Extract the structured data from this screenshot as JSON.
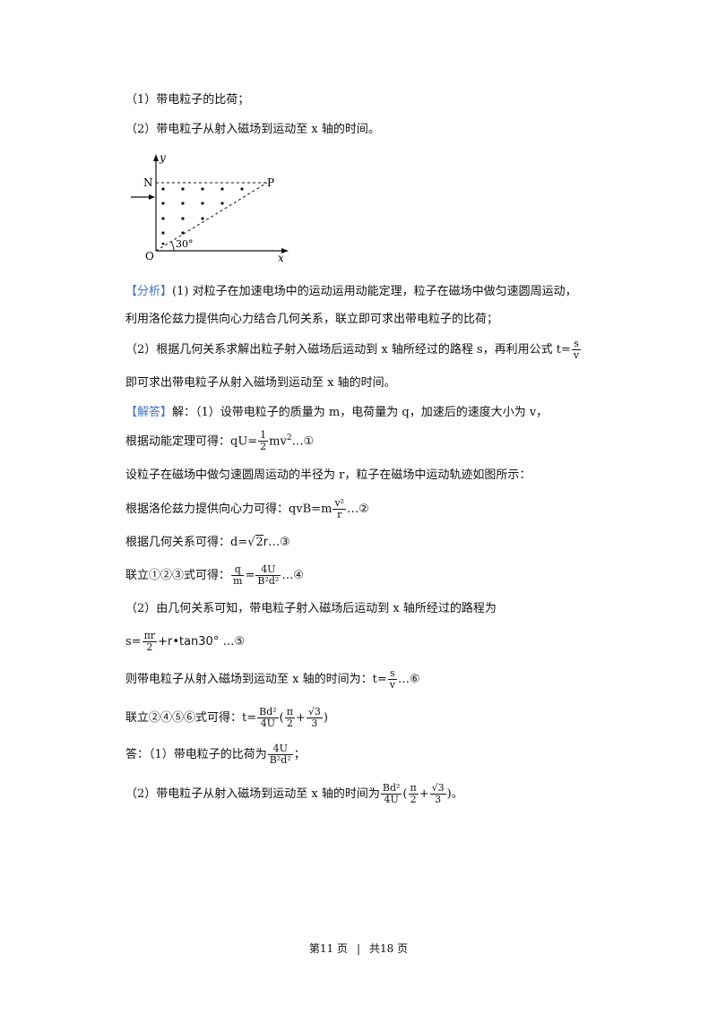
{
  "questions": {
    "q1": "（1）带电粒子的比荷；",
    "q2": "（2）带电粒子从射入磁场到运动至 x 轴的时间。"
  },
  "figure": {
    "label_y": "y",
    "label_x": "x",
    "label_N": "N",
    "label_P": "P",
    "label_O": "O",
    "label_angle": "30°"
  },
  "analysis": {
    "tag": "【分析】",
    "p1a": "(1) 对粒子在加速电场中的运动运用动能定理，粒子在磁场中做匀速圆周运动，",
    "p1b": "利用洛伦兹力提供向心力结合几何关系，联立即可求出带电粒子的比荷；",
    "p2a": "（2）根据几何关系求解出粒子射入磁场后运动到 x 轴所经过的路程 s，再利用公式 t=",
    "p2_num": "s",
    "p2_den": "v",
    "p2b": "即可求出带电粒子从射入磁场到运动至 x 轴的时间。"
  },
  "solution": {
    "tag": "【解答】",
    "s1": "解：（1）设带电粒子的质量为 m，电荷量为 q，加速后的速度大小为 v，",
    "s2_pre": "根据动能定理可得：qU=",
    "s2_num": "1",
    "s2_den": "2",
    "s2_post": "mv",
    "s2_sup": "2",
    "s2_mark": "…①",
    "s3": "设粒子在磁场中做匀速圆周运动的半径为 r，粒子在磁场中运动轨迹如图所示：",
    "s4_pre": "根据洛伦兹力提供向心力可得：qvB=m",
    "s4_num": "v²",
    "s4_den": "r",
    "s4_mark": "…②",
    "s5_pre": "根据几何关系可得：d=",
    "s5_sqrt": "2",
    "s5_post": "r…③",
    "s6_pre": "联立①②③式可得：",
    "s6_n1": "q",
    "s6_d1": "m",
    "s6_eq": "=",
    "s6_n2": "4U",
    "s6_d2": "B²d²",
    "s6_mark": "…④",
    "s7": "（2）由几何关系可知，带电粒子射入磁场后运动到 x 轴所经过的路程为",
    "s8_pre": "s=",
    "s8_num": "πr",
    "s8_den": "2",
    "s8_post": "+r•tan30°  …⑤",
    "s9_pre": "则带电粒子从射入磁场到运动至 x 轴的时间为：t=",
    "s9_num": "s",
    "s9_den": "v",
    "s9_mark": "…⑥",
    "s10_pre": "联立②④⑤⑥式可得：t=",
    "s10_n1": "Bd²",
    "s10_d1": "4U",
    "s10_open": "(",
    "s10_n2": "π",
    "s10_d2": "2",
    "s10_plus": "+",
    "s10_n3": "√3",
    "s10_d3": "3",
    "s10_close": ")"
  },
  "answer": {
    "a1_pre": "答：（1）带电粒子的比荷为",
    "a1_num": "4U",
    "a1_den": "B²d²",
    "a1_post": "；",
    "a2_pre": "（2）带电粒子从射入磁场到运动至 x 轴的时间为",
    "a2_n1": "Bd²",
    "a2_d1": "4U",
    "a2_open": "(",
    "a2_n2": "π",
    "a2_d2": "2",
    "a2_plus": "+",
    "a2_n3": "√3",
    "a2_d3": "3",
    "a2_close": ")。"
  },
  "footer": {
    "page": "第11 页",
    "sep": "|",
    "total": "共18 页"
  }
}
